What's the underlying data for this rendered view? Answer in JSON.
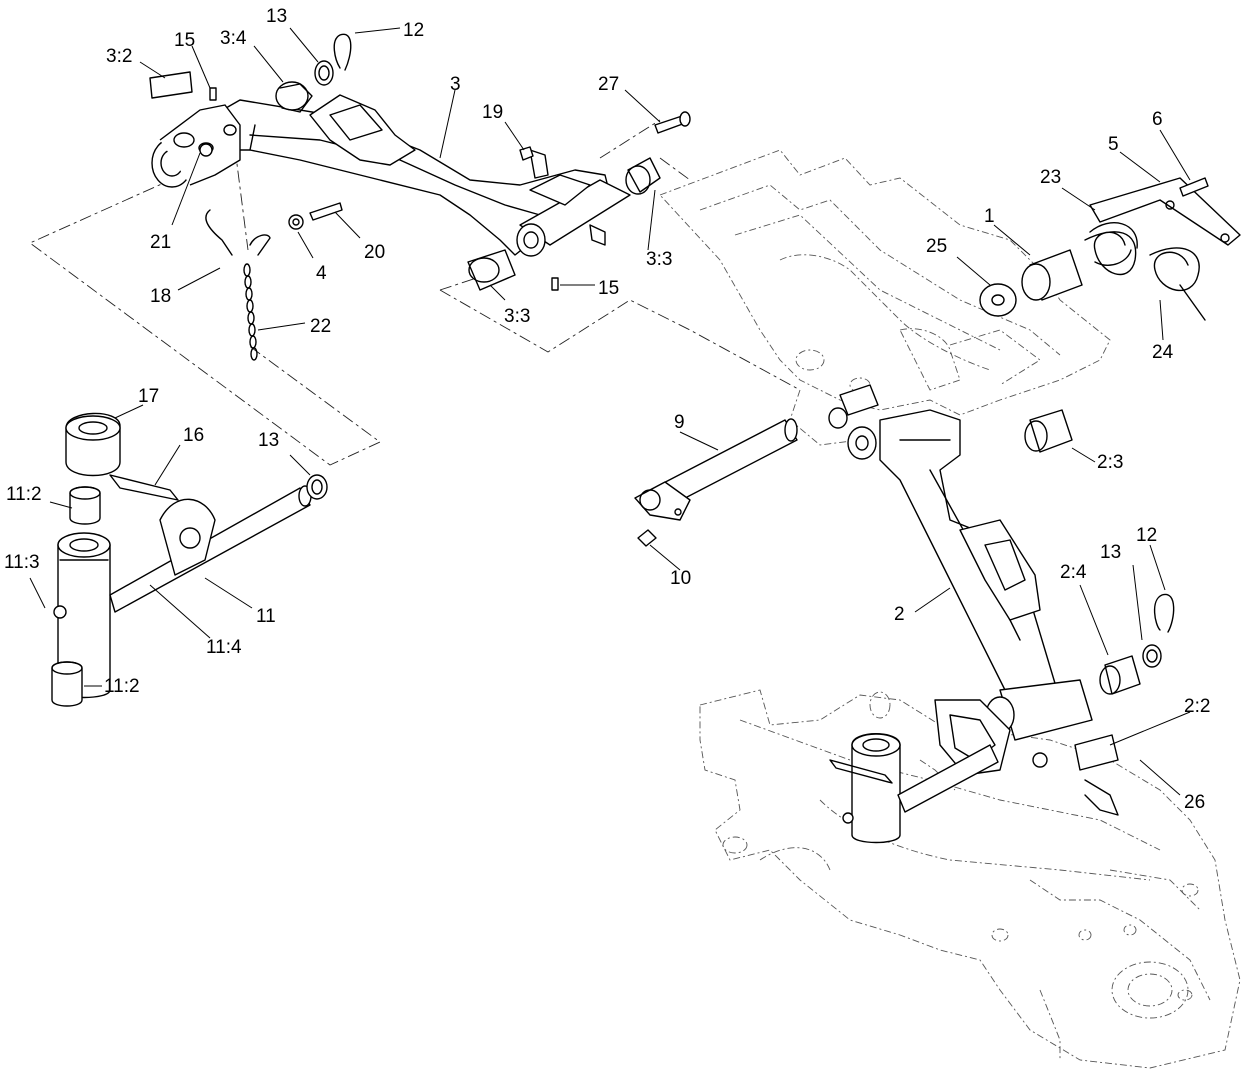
{
  "diagram": {
    "callouts": [
      {
        "id": "c-3-2",
        "text": "3:2"
      },
      {
        "id": "c-15-a",
        "text": "15"
      },
      {
        "id": "c-3-4",
        "text": "3:4"
      },
      {
        "id": "c-13-a",
        "text": "13"
      },
      {
        "id": "c-12-a",
        "text": "12"
      },
      {
        "id": "c-3",
        "text": "3"
      },
      {
        "id": "c-19",
        "text": "19"
      },
      {
        "id": "c-27",
        "text": "27"
      },
      {
        "id": "c-6",
        "text": "6"
      },
      {
        "id": "c-5",
        "text": "5"
      },
      {
        "id": "c-23",
        "text": "23"
      },
      {
        "id": "c-1",
        "text": "1"
      },
      {
        "id": "c-25",
        "text": "25"
      },
      {
        "id": "c-24",
        "text": "24"
      },
      {
        "id": "c-21",
        "text": "21"
      },
      {
        "id": "c-20",
        "text": "20"
      },
      {
        "id": "c-4",
        "text": "4"
      },
      {
        "id": "c-18",
        "text": "18"
      },
      {
        "id": "c-22",
        "text": "22"
      },
      {
        "id": "c-3-3-a",
        "text": "3:3"
      },
      {
        "id": "c-3-3-b",
        "text": "3:3"
      },
      {
        "id": "c-15-b",
        "text": "15"
      },
      {
        "id": "c-17",
        "text": "17"
      },
      {
        "id": "c-16",
        "text": "16"
      },
      {
        "id": "c-13-b",
        "text": "13"
      },
      {
        "id": "c-11-2-a",
        "text": "11:2"
      },
      {
        "id": "c-11-3",
        "text": "11:3"
      },
      {
        "id": "c-11",
        "text": "11"
      },
      {
        "id": "c-11-4",
        "text": "11:4"
      },
      {
        "id": "c-11-2-b",
        "text": "11:2"
      },
      {
        "id": "c-9",
        "text": "9"
      },
      {
        "id": "c-10",
        "text": "10"
      },
      {
        "id": "c-2-3",
        "text": "2:3"
      },
      {
        "id": "c-12-b",
        "text": "12"
      },
      {
        "id": "c-13-c",
        "text": "13"
      },
      {
        "id": "c-2-4",
        "text": "2:4"
      },
      {
        "id": "c-2",
        "text": "2"
      },
      {
        "id": "c-2-2",
        "text": "2:2"
      },
      {
        "id": "c-26",
        "text": "26"
      }
    ]
  }
}
